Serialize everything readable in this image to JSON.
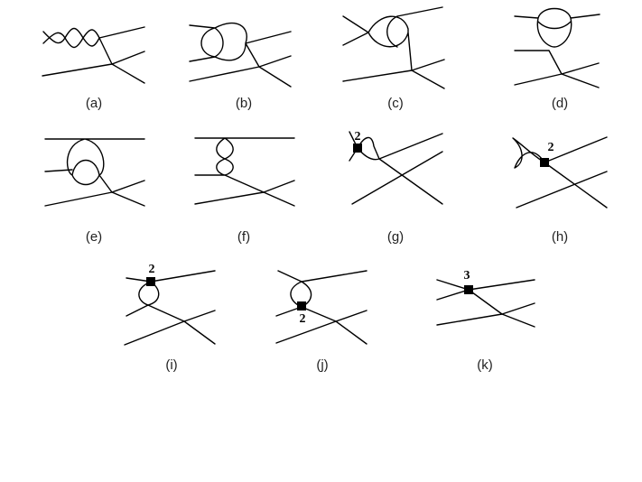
{
  "diagrams": [
    {
      "id": "a",
      "caption": "(a)"
    },
    {
      "id": "b",
      "caption": "(b)"
    },
    {
      "id": "c",
      "caption": "(c)"
    },
    {
      "id": "d",
      "caption": "(d)"
    },
    {
      "id": "e",
      "caption": "(e)"
    },
    {
      "id": "f",
      "caption": "(f)"
    },
    {
      "id": "g",
      "caption": "(g)",
      "vertex_label": "2"
    },
    {
      "id": "h",
      "caption": "(h)",
      "vertex_label": "2"
    },
    {
      "id": "i",
      "caption": "(i)",
      "vertex_label": "2"
    },
    {
      "id": "j",
      "caption": "(j)",
      "vertex_label": "2"
    },
    {
      "id": "k",
      "caption": "(k)",
      "vertex_label": "3"
    }
  ]
}
